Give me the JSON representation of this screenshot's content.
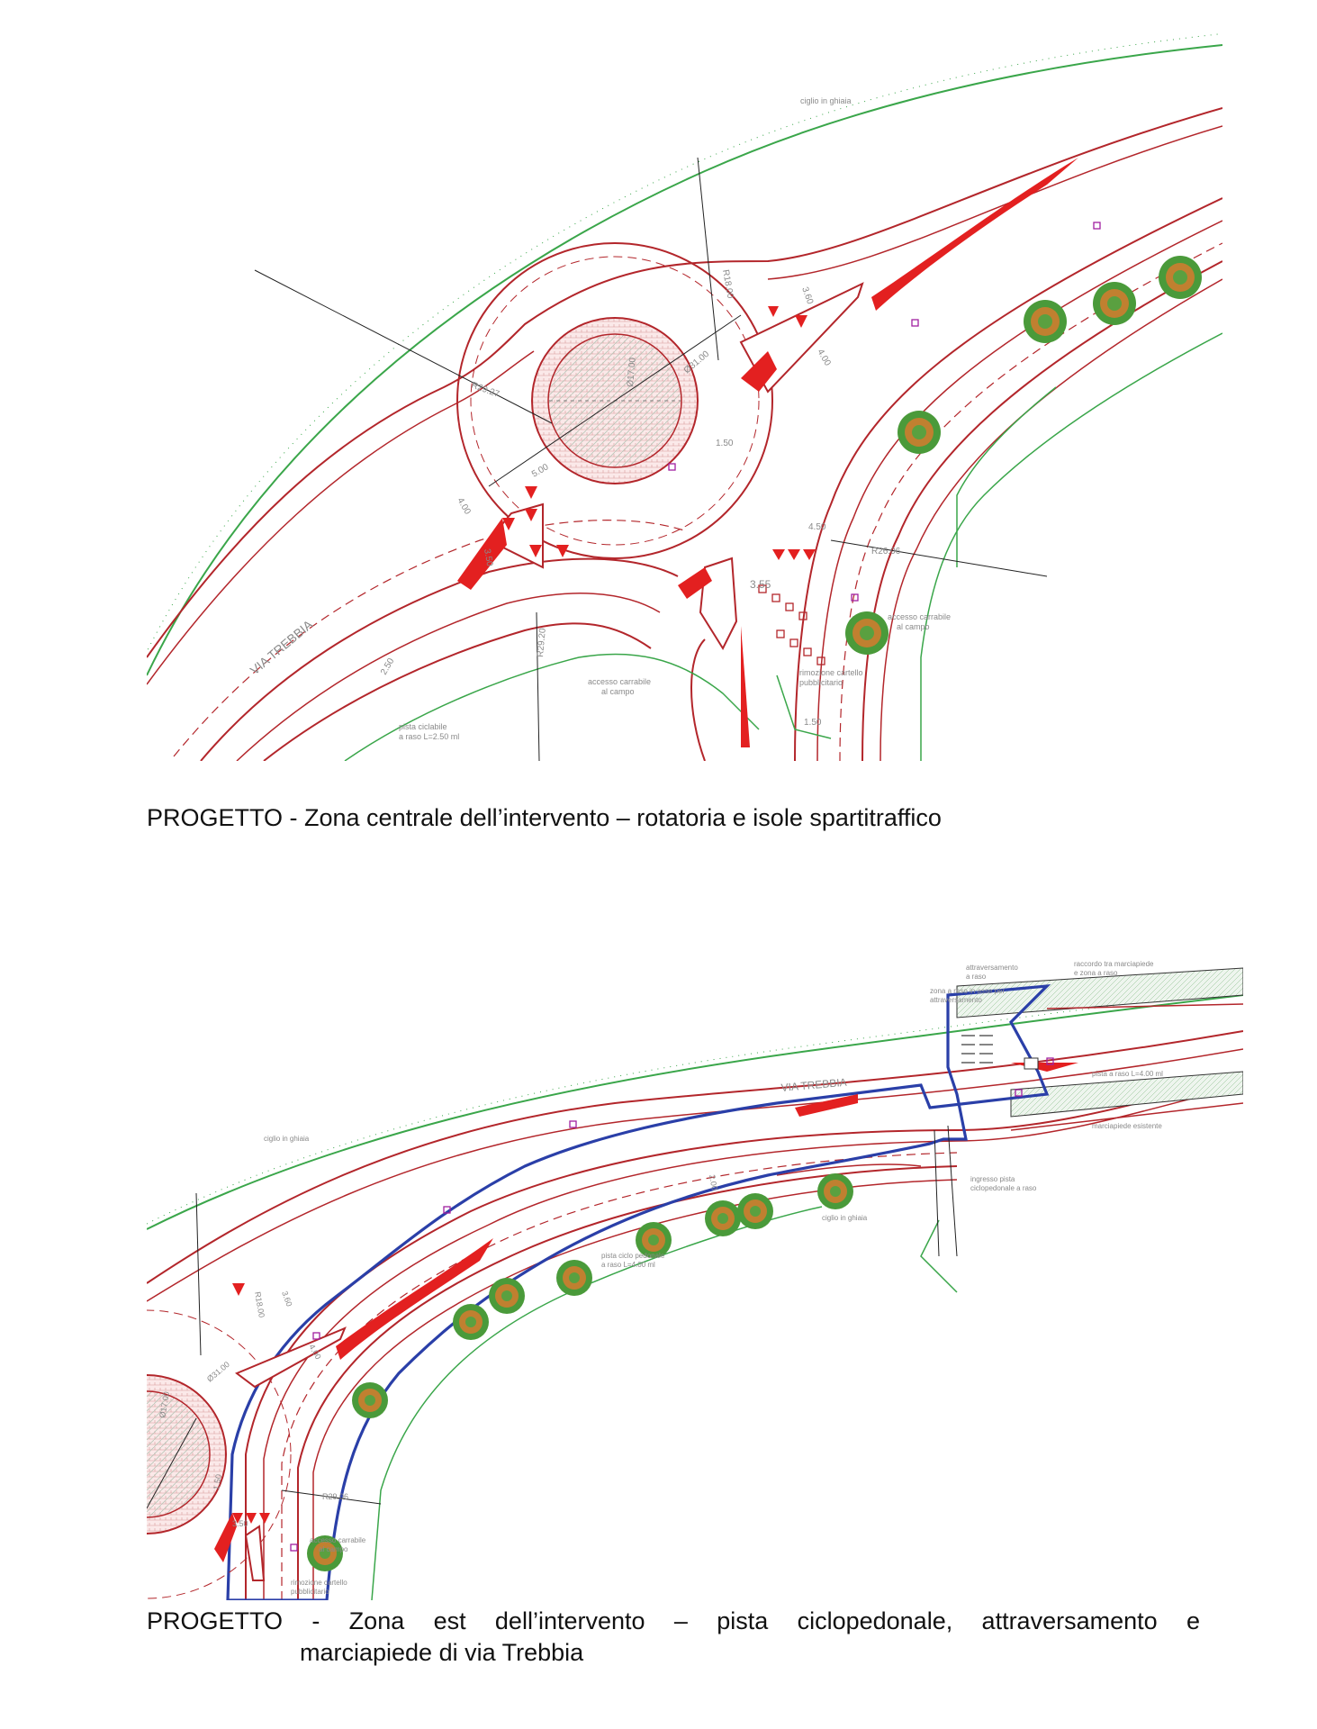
{
  "captions": {
    "top": "PROGETTO - Zona centrale dell’intervento – rotatoria e isole spartitraffico",
    "bottom_line1": "PROGETTO - Zona est dell’intervento – pista ciclopedonale, attraversamento e",
    "bottom_line2": "marciapiede di via Trebbia"
  },
  "plan_top": {
    "street_name": "VIA TREBBIA",
    "labels": {
      "ciglio": "ciglio in ghiaia",
      "accesso_1": "accesso carrabile",
      "accesso_1b": "al campo",
      "accesso_2": "accesso carrabile",
      "accesso_2b": "al campo",
      "pista": "pista ciclabile",
      "pista_b": "a raso L=2.50 ml",
      "rimozione": "rimozione cartello",
      "rimozione_b": "pubblicitario"
    },
    "dims": {
      "r_outer": "R29.27",
      "r_right": "R26.06",
      "r_left": "R29.20",
      "r_top": "R18.00",
      "d_inner": "Ø17.00",
      "d_outer": "Ø31.00",
      "w500": "5.00",
      "w400a": "4.00",
      "w400b": "4.00",
      "w350": "3.50",
      "w355": "3.55",
      "w360": "3.60",
      "w150a": "1.50",
      "w150b": "1.50",
      "w450": "4.50",
      "w250": "2.50"
    }
  },
  "plan_bottom": {
    "street_name": "VIA TREBBIA",
    "labels": {
      "attraversamento": "attraversamento",
      "attraversamento_b": "a raso",
      "raccordo": "raccordo tra marciapiede",
      "raccordo_b": "e zona a raso",
      "zona": "zona a raso in asse per",
      "zona_b": "attraversamento",
      "ciglio": "ciglio in ghiaia",
      "ciglio_b": "ciglio in ghiaia",
      "pista": "pista ciclo pedonale",
      "pista_b": "a raso L=4.00 ml",
      "pista_raso": "pista a raso L=4.00 ml",
      "marciapiede": "marciapiede esistente",
      "ingresso": "ingresso pista",
      "ingresso_b": "ciclopedonale a raso",
      "accesso": "accesso carrabile",
      "accesso_b": "al campo",
      "rimozione": "rimozione cartello",
      "rimozione_b": "pubblicitario"
    },
    "dims": {
      "r_a": "R18.00",
      "r_b": "R29.06",
      "d_inner": "Ø17.00",
      "d_outer": "Ø31.00",
      "w360": "3.60",
      "w400": "4.00",
      "w350": "3.50",
      "w200": "2.00",
      "w150": "1.50"
    }
  }
}
